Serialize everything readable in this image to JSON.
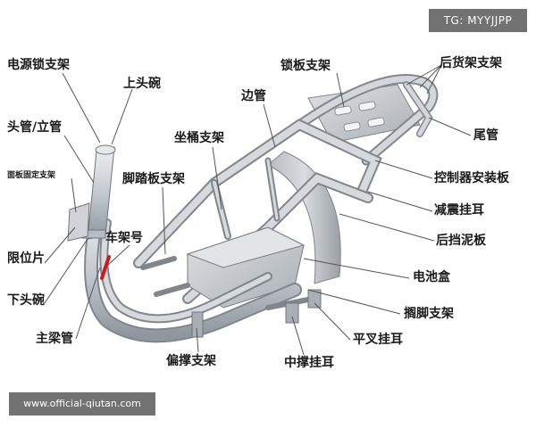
{
  "watermarks": {
    "tg": "TG: MYYJJPP",
    "url": "www.official-qiutan.com"
  },
  "labels": {
    "dianyuansuo_zhijia": "电源锁支架",
    "shang_touwan": "上头碗",
    "touguan_liguan": "头管/立管",
    "mianban_guding_zhijia": "面板固定支架",
    "xianweipian": "限位片",
    "xia_touwan": "下头碗",
    "zhuliangguan": "主梁管",
    "chejiahao": "车架号",
    "jiaotaban_zhijia": "脚踏板支架",
    "zuotong_zhijia": "坐桶支架",
    "bianguan": "边管",
    "suoban_zhijia": "锁板支架",
    "houhuojia_zhijia": "后货架支架",
    "weiguan": "尾管",
    "kongzhiqi_anzhuangban": "控制器安装板",
    "jianzhen_guaer": "减震挂耳",
    "houdangniban": "后挡泥板",
    "dianchihe": "电池盒",
    "gejiao_zhijia": "搁脚支架",
    "pingcha_guaer": "平叉挂耳",
    "zhongcheng_guaer": "中撑挂耳",
    "piancheng_zhijia": "偏撑支架"
  },
  "colors": {
    "tube": "#c9ced4",
    "tube_dark": "#8e959c",
    "leader": "#555555",
    "frame_number_mark": "#d01a1a"
  }
}
